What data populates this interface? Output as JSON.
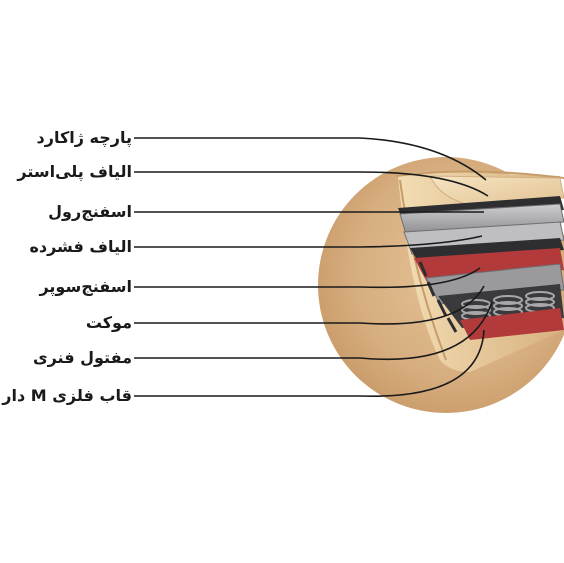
{
  "layers": [
    {
      "label": "پارچه ژاکارد",
      "icon": "jacquard-fabric"
    },
    {
      "label": "الیاف پلی‌استر",
      "icon": "polyester-fiber"
    },
    {
      "label": "اسفنج‌رول",
      "icon": "roll-foam"
    },
    {
      "label": "الیاف فشرده",
      "icon": "compressed-fiber"
    },
    {
      "label": "اسفنج‌سوپر",
      "icon": "super-foam"
    },
    {
      "label": "موکت",
      "icon": "felt-pad"
    },
    {
      "label": "مفتول فنری",
      "icon": "spring-wire"
    },
    {
      "label": "قاب فلزی M دار",
      "icon": "m-metal-frame"
    }
  ],
  "colors": {
    "background_circle": "#d6ad7e",
    "fabric": "#f2dcb4",
    "side_panel": "#e7c89c",
    "gray_layer": "#9a9a9c",
    "light_gray_layer": "#c4c4c6",
    "dark_layer": "#2e2e30",
    "red_layer": "#b33a3a",
    "spring": "#8a8a8c",
    "leader_line": "#1a1a1a"
  }
}
